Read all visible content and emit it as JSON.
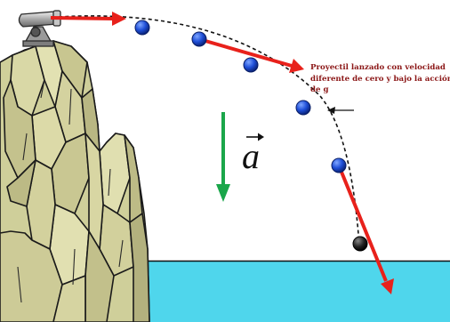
{
  "annotation": {
    "lines": [
      "Proyectil lanzado con velocidad",
      "diferente de cero y bajo la acción",
      "de g"
    ]
  },
  "acceleration_label": {
    "symbol": "a"
  },
  "colors": {
    "velocity_arrow": "#e8211b",
    "acceleration_arrow": "#1aa64a",
    "projectile_ball": "#1f4fd8",
    "final_ball": "#222222",
    "sea": "#4fd6ec",
    "cliff": "#cfcf9a",
    "trajectory": "#111111",
    "annotation_text": "#8b1616"
  },
  "icons": {
    "cannon": "cannon-icon",
    "cliff": "cliff-illustration"
  }
}
